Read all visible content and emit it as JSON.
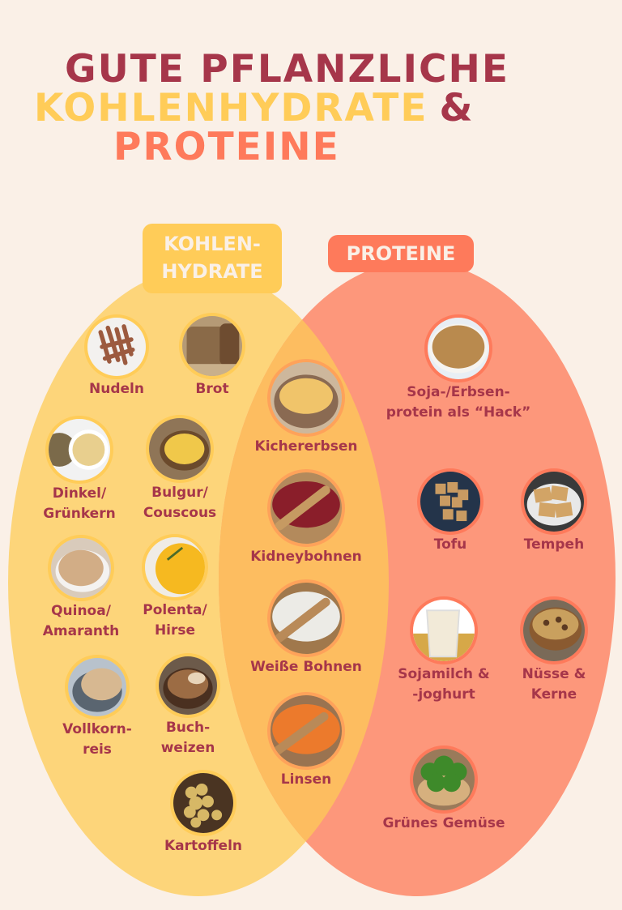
{
  "title": {
    "line1": "GUTE PFLANZLICHE",
    "line2": "KOHLENHYDRATE",
    "line2_amp": "&",
    "line3": "PROTEINE"
  },
  "labels": {
    "carbs_line1": "KOHLEN-",
    "carbs_line2": "HYDRATE",
    "proteins": "PROTEINE"
  },
  "colors": {
    "background": "#faf0e7",
    "title_dark": "#a6364a",
    "carbs_yellow": "#ffcc58",
    "proteins_orange": "#fe7a5b",
    "carbs_ellipse": "#fdd57a",
    "proteins_ellipse": "#fd977b",
    "overlap": "#fdbd60"
  },
  "carbs": [
    {
      "l1": "Nudeln",
      "l2": ""
    },
    {
      "l1": "Brot",
      "l2": ""
    },
    {
      "l1": "Dinkel/",
      "l2": "Grünkern"
    },
    {
      "l1": "Bulgur/",
      "l2": "Couscous"
    },
    {
      "l1": "Quinoa/",
      "l2": "Amaranth"
    },
    {
      "l1": "Polenta/",
      "l2": "Hirse"
    },
    {
      "l1": "Vollkorn-",
      "l2": "reis"
    },
    {
      "l1": "Buch-",
      "l2": "weizen"
    },
    {
      "l1": "Kartoffeln",
      "l2": ""
    }
  ],
  "both": [
    {
      "l1": "Kichererbsen"
    },
    {
      "l1": "Kidneybohnen"
    },
    {
      "l1": "Weiße Bohnen"
    },
    {
      "l1": "Linsen"
    }
  ],
  "proteins": [
    {
      "l1": "Soja-/Erbsen-",
      "l2": "protein als “Hack”"
    },
    {
      "l1": "Tofu",
      "l2": ""
    },
    {
      "l1": "Tempeh",
      "l2": ""
    },
    {
      "l1": "Sojamilch &",
      "l2": "-joghurt"
    },
    {
      "l1": "Nüsse &",
      "l2": "Kerne"
    },
    {
      "l1": "Grünes Gemüse",
      "l2": ""
    }
  ]
}
